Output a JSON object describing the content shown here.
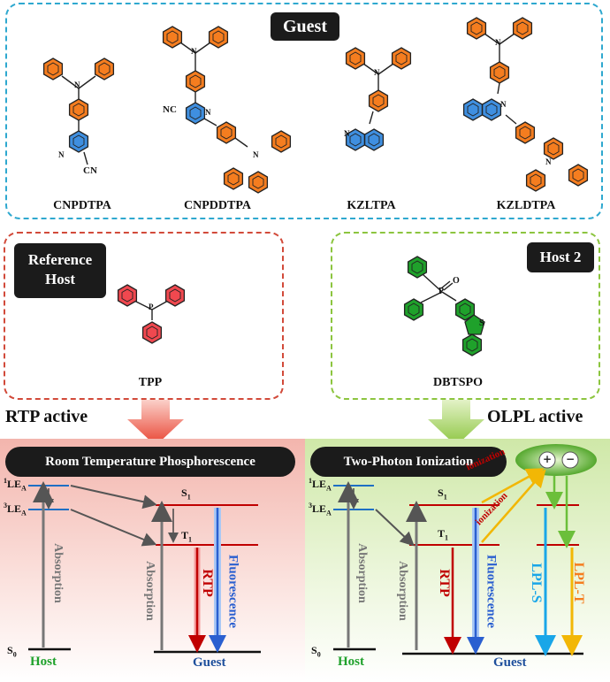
{
  "guest_panel": {
    "title": "Guest",
    "molecules": [
      "CNPDTPA",
      "CNPDDTPA",
      "KZLTPA",
      "KZLDTPA"
    ],
    "atom_labels": {
      "n": "N",
      "cn": "CN",
      "nc": "NC"
    }
  },
  "reference_panel": {
    "title_line1": "Reference",
    "title_line2": "Host",
    "molecule": "TPP",
    "atom_p": "P"
  },
  "host2_panel": {
    "title": "Host 2",
    "molecule": "DBTSPO",
    "atom_p": "P",
    "atom_o": "O",
    "atom_s": "S"
  },
  "arrows": {
    "left_label": "RTP active",
    "right_label": "OLPL active"
  },
  "left_diagram": {
    "banner": "Room Temperature Phosphorescence",
    "levels": {
      "le1": "LE",
      "le3": "LE",
      "sup1": "1",
      "sup3": "3",
      "sub": "A",
      "s1": "S",
      "t1": "T",
      "s0": "S",
      "sub1": "1",
      "sub0": "0"
    },
    "labels": {
      "absorption": "Absorption",
      "rtp": "RTP",
      "fluorescence": "Fluorescence",
      "host": "Host",
      "guest": "Guest"
    }
  },
  "right_diagram": {
    "banner": "Two-Photon Ionization",
    "labels": {
      "absorption": "Absorption",
      "rtp": "RTP",
      "fluorescence": "Fluorescence",
      "ionization": "ionization",
      "lpl_s": "LPL-S",
      "lpl_t": "LPL-T",
      "host": "Host",
      "guest": "Guest",
      "plus": "+",
      "minus": "−"
    }
  },
  "colors": {
    "cyan": "#2ea8cf",
    "red": "#d24a3a",
    "green": "#8cc53f",
    "orange": "#f57d1f",
    "blue": "#3f8fe0",
    "pink": "#f0484f",
    "dark_green": "#1fa12b"
  }
}
